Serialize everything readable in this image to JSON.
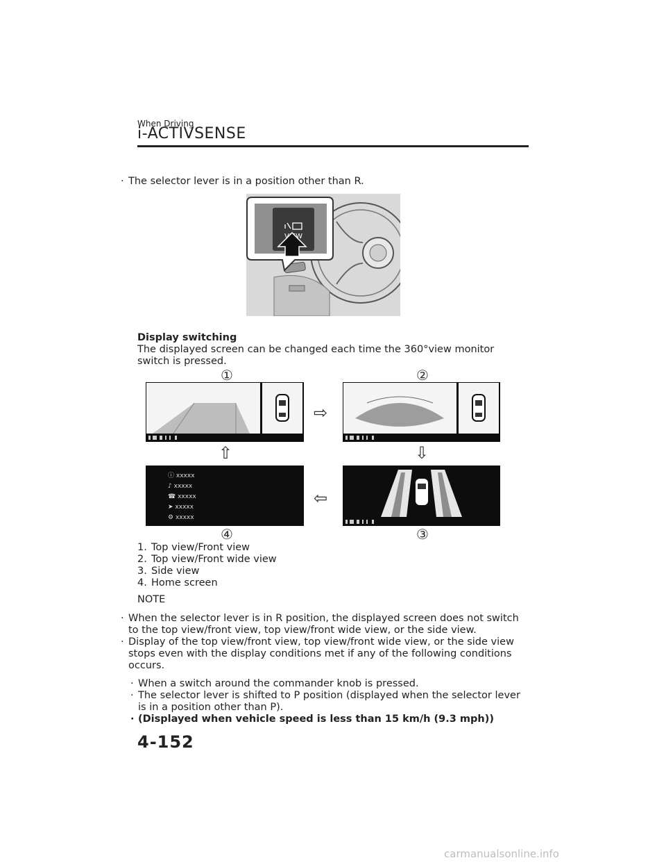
{
  "header": {
    "section_label": "When Driving",
    "section_title": "i-ACTIVSENSE"
  },
  "intro_bullet": "The selector lever is in a position other than R.",
  "illustration": {
    "button_label": "VIEW"
  },
  "display_switching": {
    "heading": "Display switching",
    "body": "The displayed screen can be changed each time the 360°view monitor switch is pressed."
  },
  "diagram": {
    "callouts": [
      "①",
      "②",
      "③",
      "④"
    ],
    "home_items": [
      "xxxxx",
      "xxxxx",
      "xxxxx",
      "xxxxx",
      "xxxxx"
    ],
    "arrows": [
      "⇨",
      "⇩",
      "⇦",
      "⇧"
    ]
  },
  "views_list": [
    {
      "num": "1.",
      "label": "Top view/Front view"
    },
    {
      "num": "2.",
      "label": "Top view/Front wide view"
    },
    {
      "num": "3.",
      "label": "Side view"
    },
    {
      "num": "4.",
      "label": "Home screen"
    }
  ],
  "note": {
    "heading": "NOTE",
    "bullet1": "When the selector lever is in R position, the displayed screen does not switch to the top view/front view, top view/front wide view, or the side view.",
    "bullet2": "Display of the top view/front view, top view/front wide view, or the side view stops even with the display conditions met if any of the following conditions occurs.",
    "sub1": "When a switch around the commander knob is pressed.",
    "sub2": "The selector lever is shifted to P position (displayed when the selector lever is in a position other than P).",
    "sub3": "(Displayed when vehicle speed is less than 15 km/h (9.3 mph))"
  },
  "page_number": "4-152",
  "watermark": "carmanualsonline.info"
}
